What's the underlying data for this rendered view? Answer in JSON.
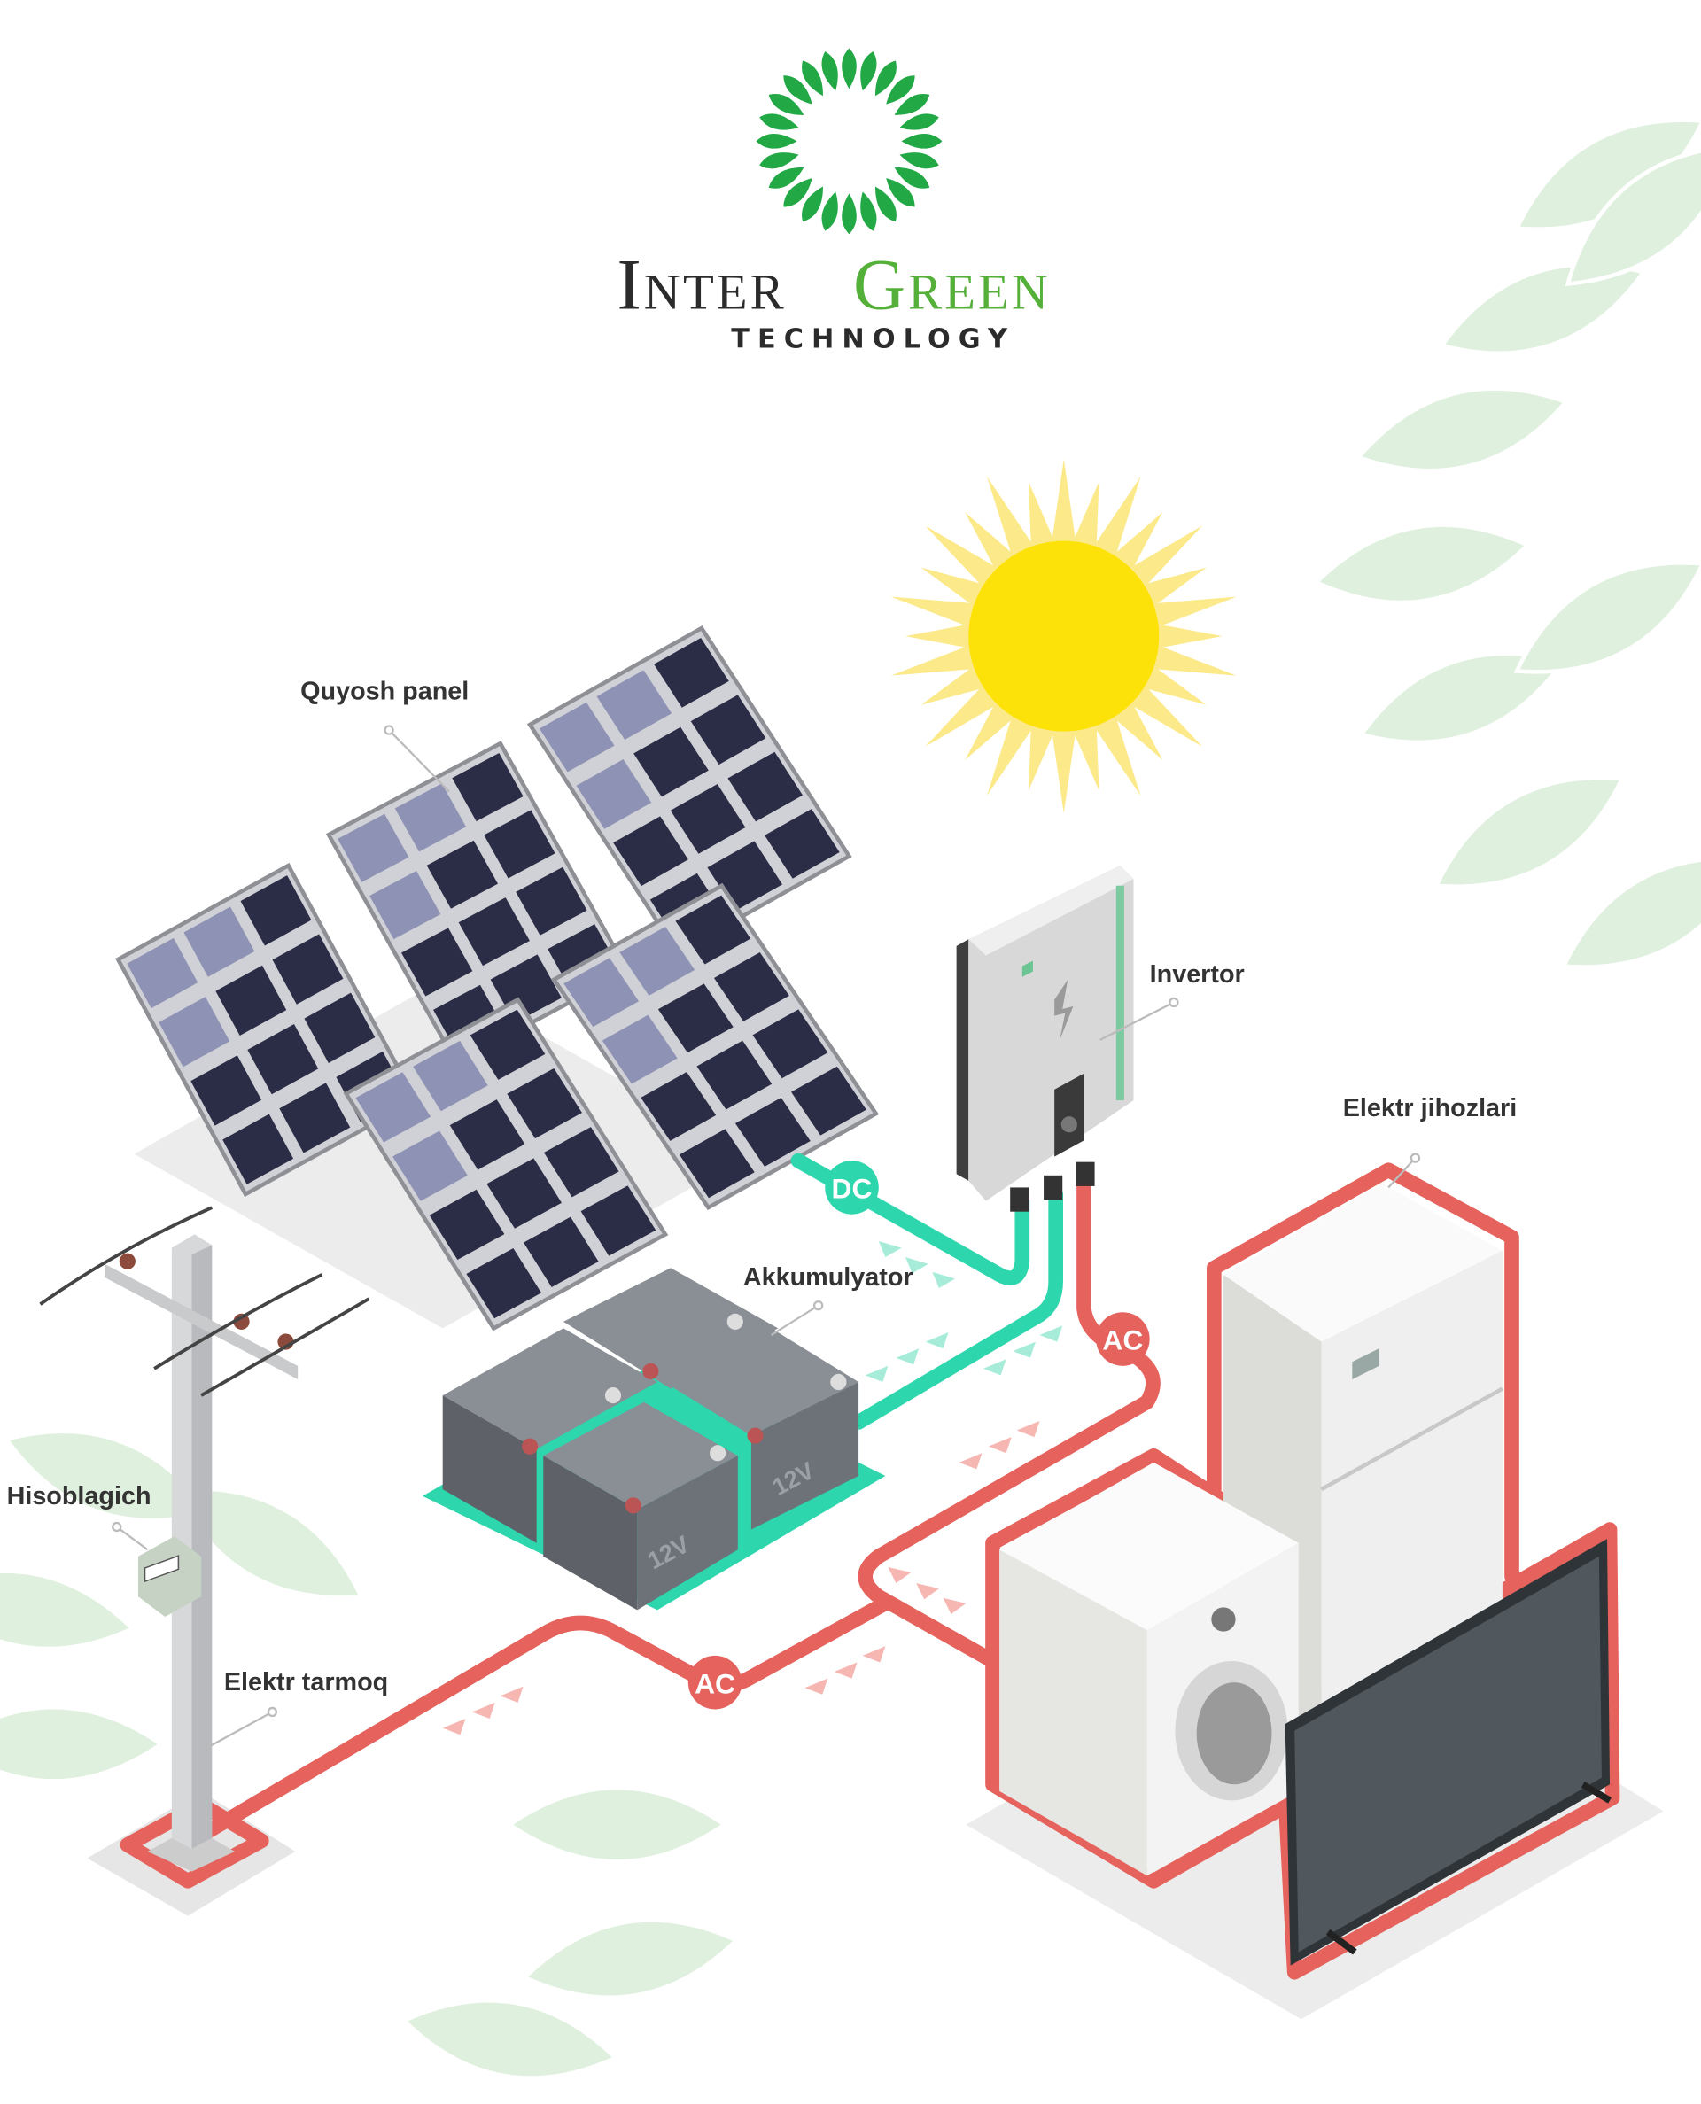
{
  "logo": {
    "word1": "Inter",
    "word2": "Green",
    "subtitle": "TECHNOLOGY"
  },
  "labels": {
    "solar_panel": "Quyosh panel",
    "inverter": "Invertor",
    "appliances": "Elektr jihozlari",
    "battery": "Akkumulyator",
    "meter": "Hisoblagich",
    "grid": "Elektr tarmoq"
  },
  "badges": {
    "dc": "DC",
    "ac_inverter": "AC",
    "ac_grid": "AC"
  },
  "battery_voltage": "12V",
  "colors": {
    "brand_green": "#22a845",
    "logo_green_text": "#55b03a",
    "dc_cable": "#2dd6ad",
    "ac_cable": "#e5625d",
    "sun": "#fde20a",
    "sun_rays": "#fbe98a",
    "panel_cell": "#2a2d45",
    "leaf_bg": "#dff0de"
  }
}
